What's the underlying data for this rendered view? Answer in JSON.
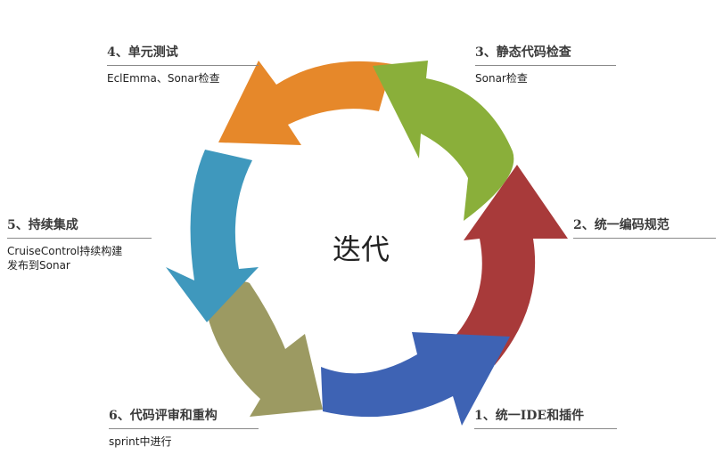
{
  "diagram": {
    "center": "迭代",
    "steps": [
      {
        "id": 1,
        "title": "1、统一IDE和插件",
        "desc": [],
        "color": "#3e63b4"
      },
      {
        "id": 2,
        "title": "2、统一编码规范",
        "desc": [],
        "color": "#a83a3a"
      },
      {
        "id": 3,
        "title": "3、静态代码检查",
        "desc": [
          "Sonar检查"
        ],
        "color": "#8aaf3a"
      },
      {
        "id": 4,
        "title": "4、单元测试",
        "desc": [
          "EclEmma、Sonar检查"
        ],
        "color": "#e6882a"
      },
      {
        "id": 5,
        "title": "5、持续集成",
        "desc": [
          "CruiseControl持续构建",
          "发布到Sonar"
        ],
        "color": "#3f98bd"
      },
      {
        "id": 6,
        "title": "6、代码评审和重构",
        "desc": [
          "sprint中进行"
        ],
        "color": "#9c9a62"
      }
    ]
  }
}
